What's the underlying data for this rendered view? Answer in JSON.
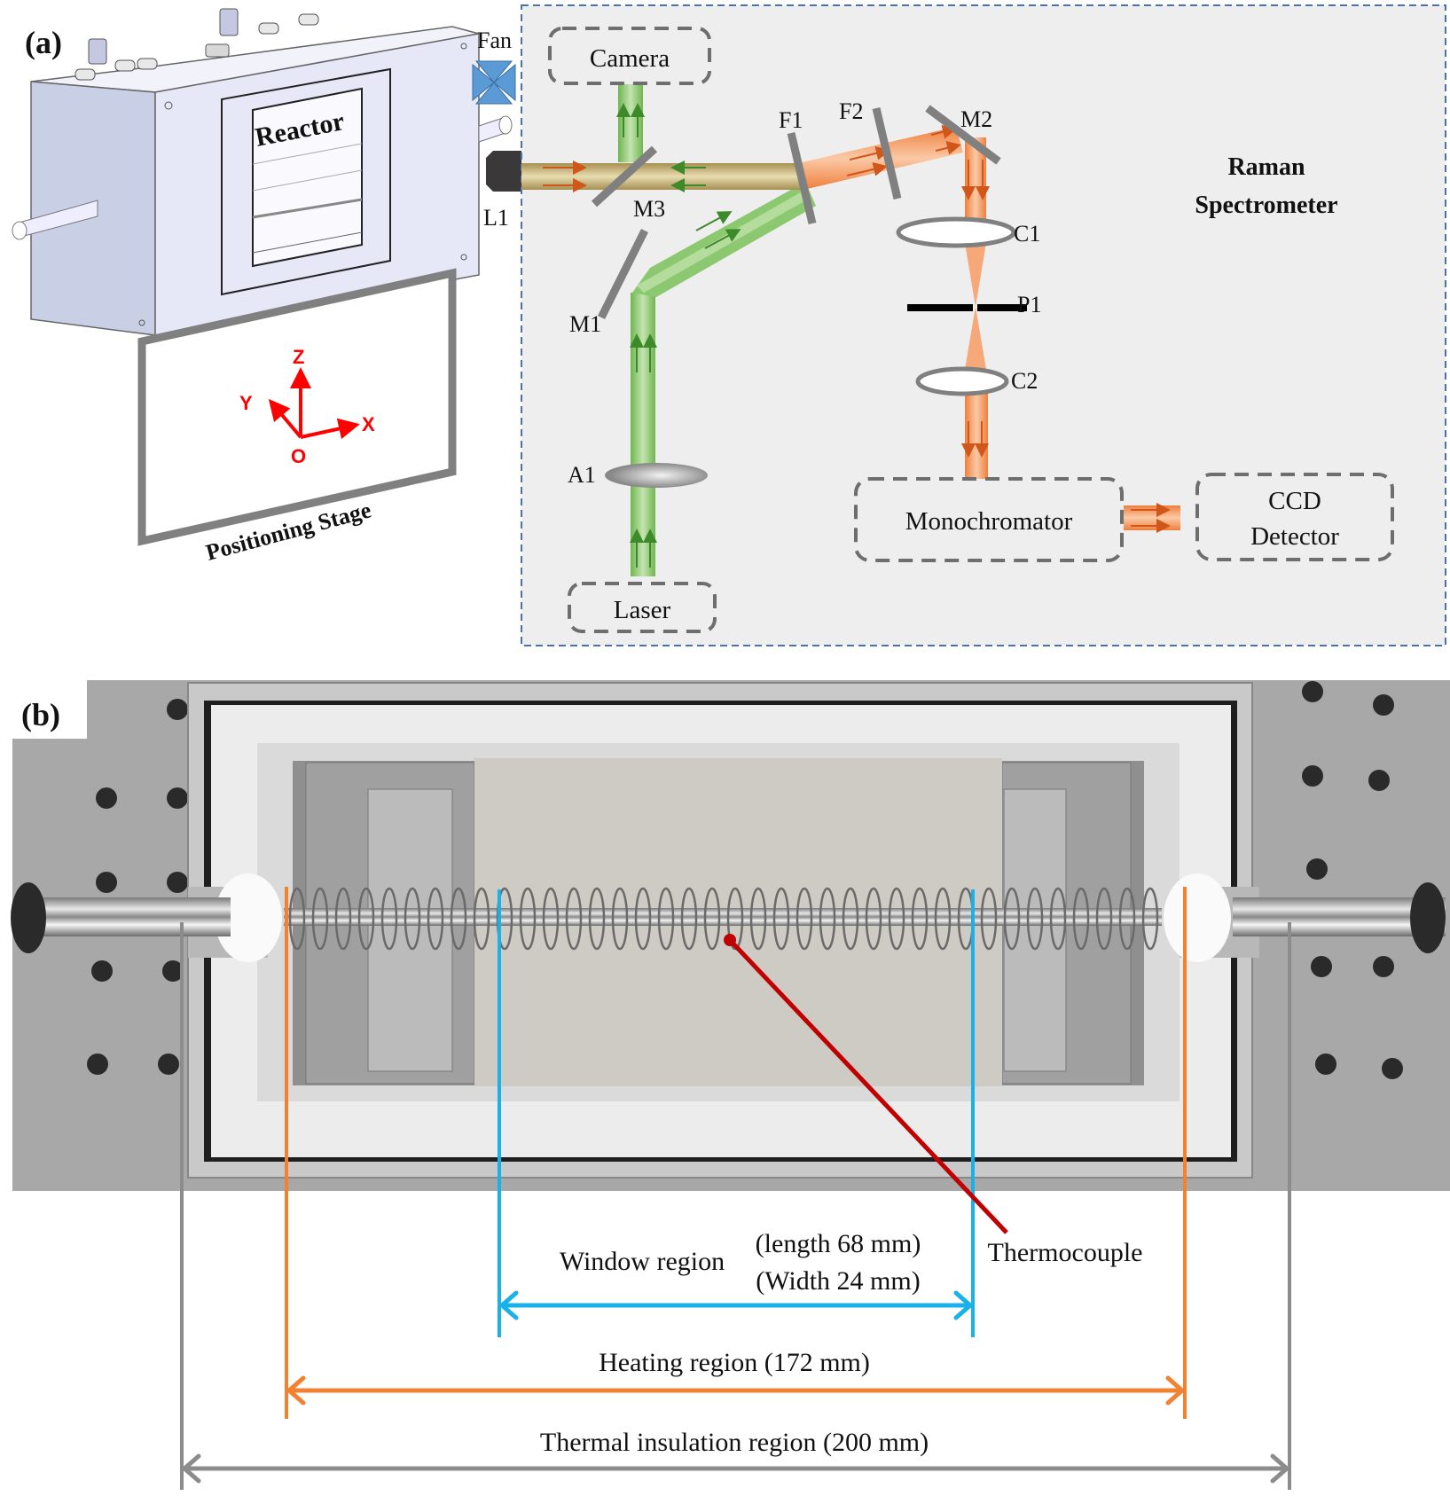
{
  "panel_a": {
    "label": "(a)",
    "reactor_label": "Reactor",
    "stage_label": "Positioning Stage",
    "fan_label": "Fan",
    "axes": {
      "z": "Z",
      "y": "Y",
      "x": "X",
      "origin": "O"
    },
    "spectrometer_title_line1": "Raman",
    "spectrometer_title_line2": "Spectrometer",
    "components": {
      "camera": "Camera",
      "laser": "Laser",
      "monochromator": "Monochromator",
      "ccd_line1": "CCD",
      "ccd_line2": "Detector",
      "L1": "L1",
      "M1": "M1",
      "M2": "M2",
      "M3": "M3",
      "F1": "F1",
      "F2": "F2",
      "C1": "C1",
      "C2": "C2",
      "P1": "P1",
      "A1": "A1"
    },
    "colors": {
      "excitation_beam": "#8cc870",
      "raman_beam": "#f39a62",
      "combined_beam": "#c9b27a",
      "box_border": "#4a72b0",
      "panel_bg": "#eeeeee",
      "optic_gray": "#808080",
      "axis_red": "#ff0000",
      "fan_blue": "#5b9bd5"
    }
  },
  "panel_b": {
    "label": "(b)",
    "thermocouple_label": "Thermocouple",
    "window_region_label": "Window region",
    "window_length": "(length 68 mm)",
    "window_width": "(Width 24 mm)",
    "heating_region_label": "Heating region (172 mm)",
    "insulation_region_label": "Thermal insulation region (200 mm)",
    "colors": {
      "window": "#1ab0ea",
      "heating": "#f08232",
      "insulation": "#8c8c8c",
      "thermocouple": "#c00000"
    }
  }
}
